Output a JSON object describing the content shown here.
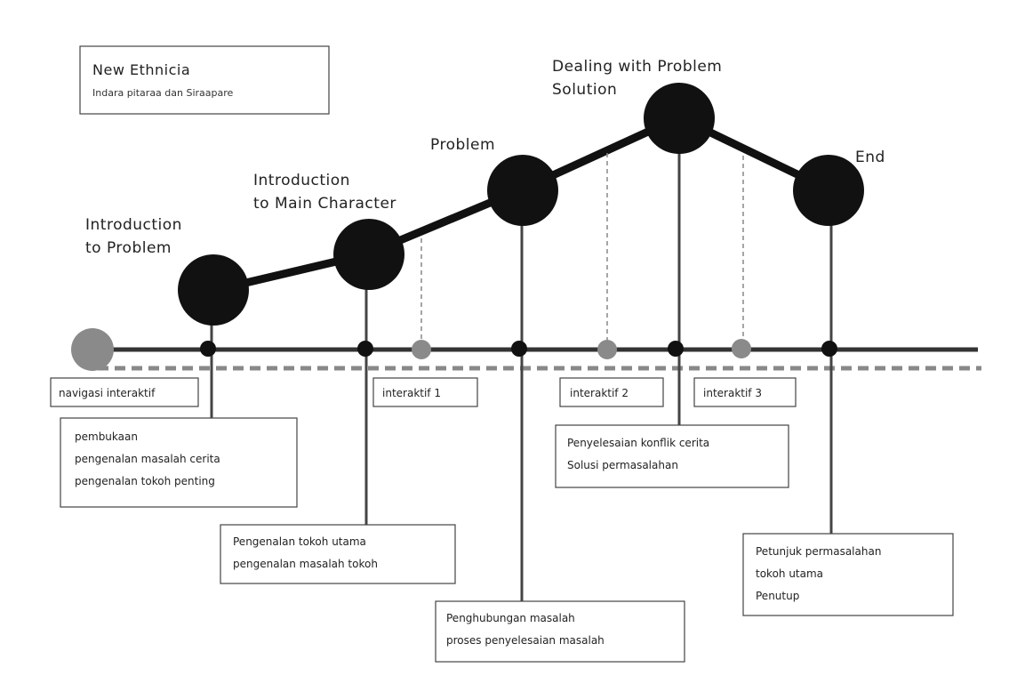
{
  "header": {
    "title": "New Ethnicia",
    "subtitle": "Indara pitaraa dan Siraapare"
  },
  "stages": [
    {
      "id": "introduction-to-problem",
      "lines": [
        "Introduction",
        "to Problem"
      ]
    },
    {
      "id": "introduction-to-main-character",
      "lines": [
        "Introduction",
        "to Main Character"
      ]
    },
    {
      "id": "problem",
      "lines": [
        "Problem"
      ]
    },
    {
      "id": "dealing-with-problem-solution",
      "lines": [
        "Dealing with Problem",
        "Solution"
      ]
    },
    {
      "id": "end",
      "lines": [
        "End"
      ]
    }
  ],
  "navigation_label": "navigasi interaktif",
  "interactive_labels": [
    "interaktif 1",
    "interaktif 2",
    "interaktif 3"
  ],
  "descriptions": [
    {
      "id": "desc-1",
      "lines": [
        "pembukaan",
        "pengenalan masalah cerita",
        "pengenalan tokoh penting"
      ]
    },
    {
      "id": "desc-2",
      "lines": [
        "Pengenalan tokoh utama",
        "pengenalan masalah tokoh"
      ]
    },
    {
      "id": "desc-3",
      "lines": [
        "Penghubungan masalah",
        "proses penyelesaian masalah"
      ]
    },
    {
      "id": "desc-4",
      "lines": [
        "Penyelesaian konflik cerita",
        "Solusi permasalahan"
      ]
    },
    {
      "id": "desc-5",
      "lines": [
        "Petunjuk permasalahan",
        "tokoh utama",
        "Penutup"
      ]
    }
  ],
  "colors": {
    "node": "#111111",
    "interactive_node": "#8a8a8a",
    "timeline": "#333333",
    "dashed": "#888888"
  }
}
